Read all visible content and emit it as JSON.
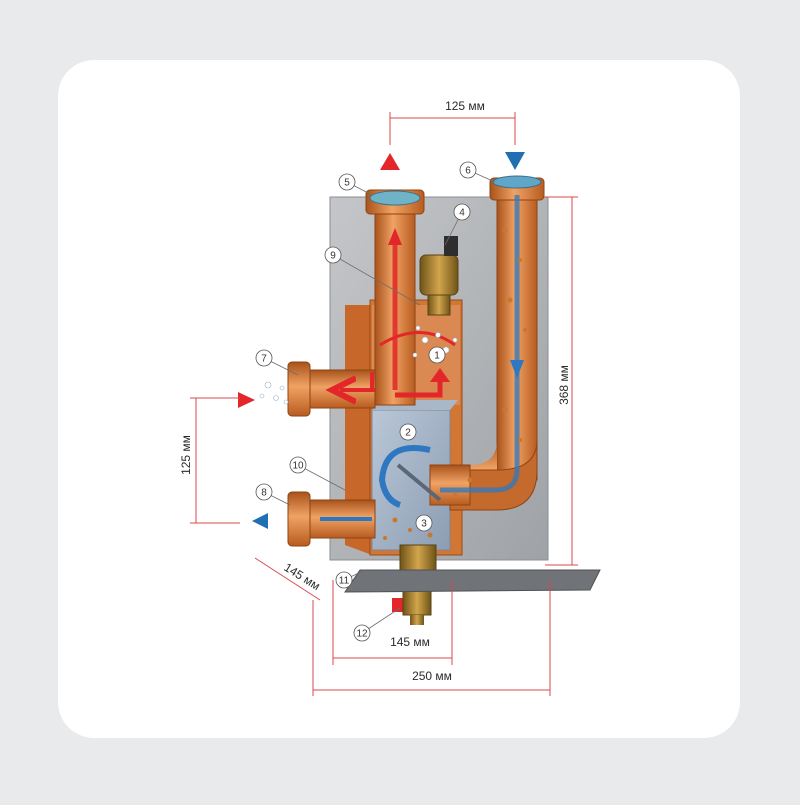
{
  "colors": {
    "page_bg": "#e9eaeb",
    "card_bg": "#ffffff",
    "panel": "#b3b5b8",
    "copper": "#d9772f",
    "copper_dark": "#a8521b",
    "hot_arrow": "#e2262a",
    "cold_arrow": "#1f6fb2",
    "brass": "#a07a2a"
  },
  "dimensions": {
    "top_width": "125 мм",
    "height": "368 мм",
    "side_height": "125 мм",
    "depth": "145 мм",
    "bottom_inner": "145 мм",
    "bottom_total": "250 мм"
  },
  "callouts": [
    "1",
    "2",
    "3",
    "4",
    "5",
    "6",
    "7",
    "8",
    "9",
    "10",
    "11",
    "12"
  ],
  "icons": {
    "hot_flow": "red-triangle-arrow",
    "cold_flow": "blue-triangle-arrow"
  }
}
